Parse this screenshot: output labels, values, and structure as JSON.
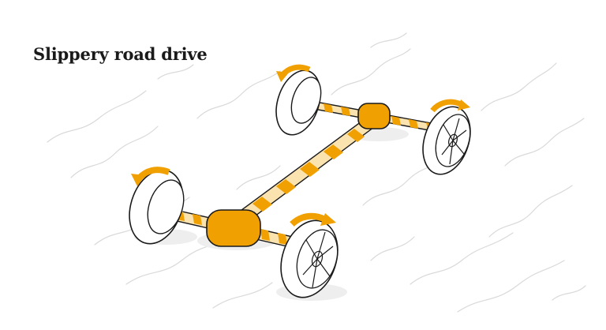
{
  "title": "Slippery road drive",
  "colors": {
    "accent": "#F0A000",
    "outline": "#1a1a1a",
    "road_lines": "#d9d9d9",
    "shaft_light": "#FBE3B0",
    "tire_fill": "#ffffff"
  },
  "components": {
    "wheels": [
      {
        "name": "front-left-wheel",
        "view": "plain",
        "torque_arrow": true
      },
      {
        "name": "front-right-wheel",
        "view": "rim",
        "torque_arrow": true
      },
      {
        "name": "rear-left-wheel",
        "view": "plain",
        "torque_arrow": true
      },
      {
        "name": "rear-right-wheel",
        "view": "rim",
        "torque_arrow": true
      }
    ],
    "differentials": [
      "rear-differential",
      "front-differential"
    ],
    "shafts": [
      "rear-axle",
      "front-axle",
      "drive-shaft"
    ]
  }
}
